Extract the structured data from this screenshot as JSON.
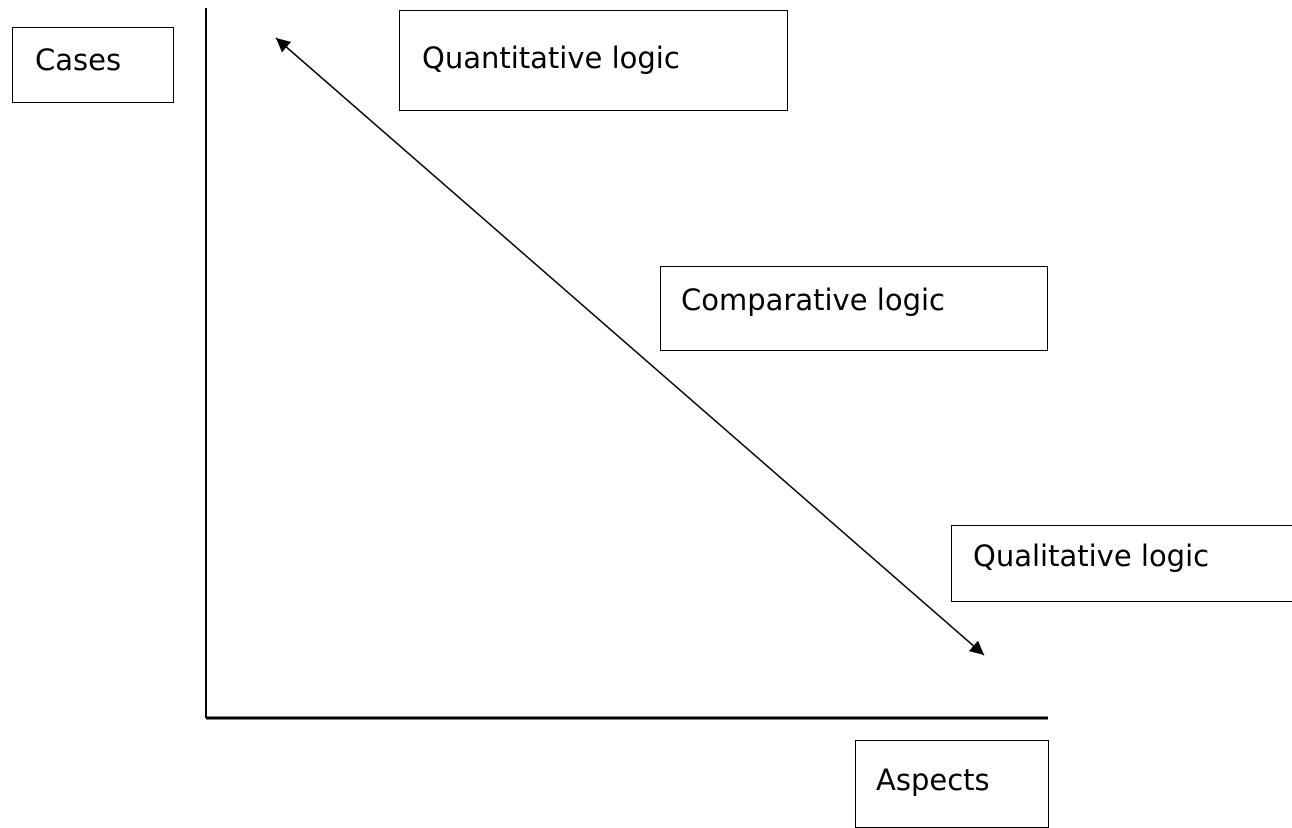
{
  "diagram": {
    "labels": {
      "y_axis": "Cases",
      "x_axis": "Aspects",
      "top": "Quantitative logic",
      "middle": "Comparative logic",
      "bottom": "Qualitative logic"
    },
    "colors": {
      "line": "#000000",
      "background": "#ffffff"
    }
  }
}
